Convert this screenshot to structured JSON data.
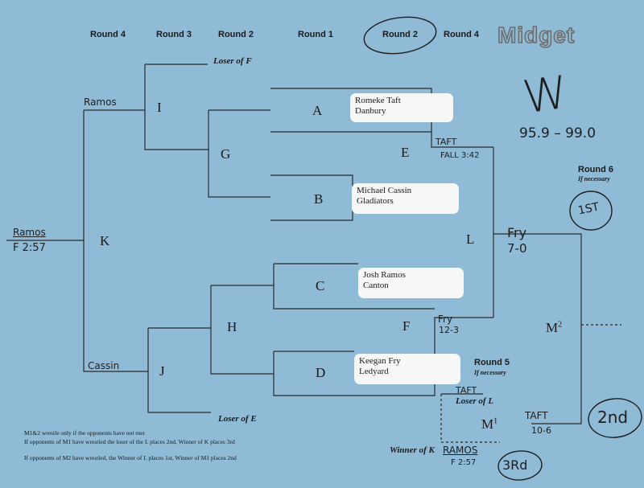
{
  "headers": {
    "round4_left": "Round 4",
    "round3": "Round 3",
    "round2_left": "Round 2",
    "round1": "Round 1",
    "round2_right": "Round 2",
    "round4_right": "Round 4",
    "round6": "Round 6",
    "round6_note": "If necessary",
    "round5": "Round 5",
    "round5_note": "If necessary"
  },
  "title": "Midget",
  "weight_class": "95.9 – 99.0",
  "hand_w": "W",
  "bracket_letters": {
    "A": "A",
    "B": "B",
    "C": "C",
    "D": "D",
    "E": "E",
    "F": "F",
    "G": "G",
    "H": "H",
    "I": "I",
    "J": "J",
    "K": "K",
    "L": "L",
    "M1": "M",
    "M1_sup": "1",
    "M2": "M",
    "M2_sup": "2"
  },
  "consolation_labels": {
    "loser_of_f": "Loser of F",
    "loser_of_e": "Loser of E",
    "loser_of_l": "Loser of L",
    "winner_of_k": "Winner of K"
  },
  "wrestlers": [
    {
      "name": "Romeke Taft",
      "team": "Danbury"
    },
    {
      "name": "Michael Cassin",
      "team": "Gladiators"
    },
    {
      "name": "Josh Ramos",
      "team": "Canton"
    },
    {
      "name": "Keegan Fry",
      "team": "Ledyard"
    }
  ],
  "handwritten": {
    "ramos_i": "Ramos",
    "ramos_k": "Ramos",
    "ramos_k_result": "F 2:57",
    "cassin_j": "Cassin",
    "taft_e": "TAFT",
    "taft_e_result": "FALL 3:42",
    "fry_f": "Fry",
    "fry_f_result": "12-3",
    "fry_l": "Fry",
    "fry_l_result": "7-0",
    "first": "1ST",
    "second": "2nd",
    "third": "3Rd",
    "taft_m1": "TAFT",
    "taft_m1_result": "10-6",
    "taft_loser_l": "TAFT",
    "ramos_winner_k": "RAMOS",
    "ramos_winner_k_result": "F 2:57"
  },
  "notes": {
    "line1": "M1&2 wrestle only if the opponents have not met",
    "line2": "If opponents of M1 have wrestled the loser of the L places 2nd, Winner of K places 3rd",
    "line3": "If opponents of M2 have wrestled, the Winner of L places 1st, Winner of M1 places 2nd"
  }
}
